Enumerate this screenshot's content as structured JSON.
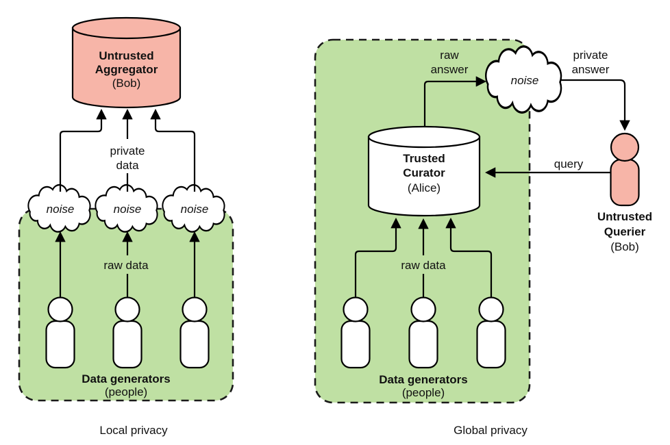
{
  "colors": {
    "box_green": "#BFE0A3",
    "node_pink": "#F7B5A8",
    "node_white": "#FFFFFF",
    "stroke_black": "#000000"
  },
  "left": {
    "aggregator_title1": "Untrusted",
    "aggregator_title2": "Aggregator",
    "aggregator_subtitle": "(Bob)",
    "noise1": "noise",
    "noise2": "noise",
    "noise3": "noise",
    "private_data_line1": "private",
    "private_data_line2": "data",
    "raw_data": "raw data",
    "generators_title": "Data generators",
    "generators_subtitle": "(people)",
    "caption": "Local privacy"
  },
  "right": {
    "curator_title1": "Trusted",
    "curator_title2": "Curator",
    "curator_subtitle": "(Alice)",
    "noise": "noise",
    "raw_answer_line1": "raw",
    "raw_answer_line2": "answer",
    "private_answer_line1": "private",
    "private_answer_line2": "answer",
    "query": "query",
    "querier_title1": "Untrusted",
    "querier_title2": "Querier",
    "querier_subtitle": "(Bob)",
    "raw_data": "raw data",
    "generators_title": "Data generators",
    "generators_subtitle": "(people)",
    "caption": "Global privacy"
  }
}
